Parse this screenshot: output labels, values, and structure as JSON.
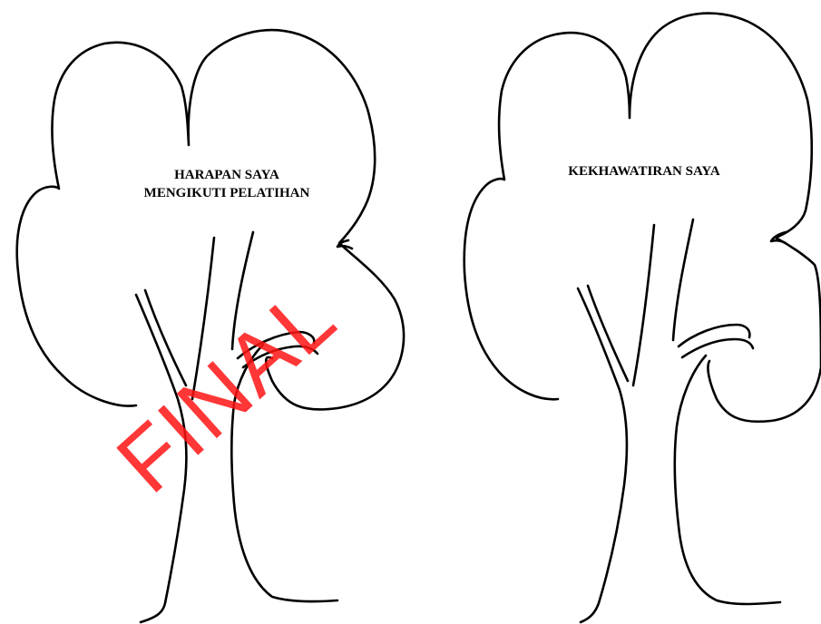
{
  "trees": [
    {
      "name": "left-tree",
      "label_lines": [
        "HARAPAN SAYA",
        "MENGIKUTI PELATIHAN"
      ]
    },
    {
      "name": "right-tree",
      "label_lines": [
        "KEKHAWATIRAN SAYA"
      ]
    }
  ],
  "watermark": {
    "text": "FINAL",
    "color": "#ff2020"
  },
  "colors": {
    "line": "#000000",
    "background": "#ffffff"
  }
}
